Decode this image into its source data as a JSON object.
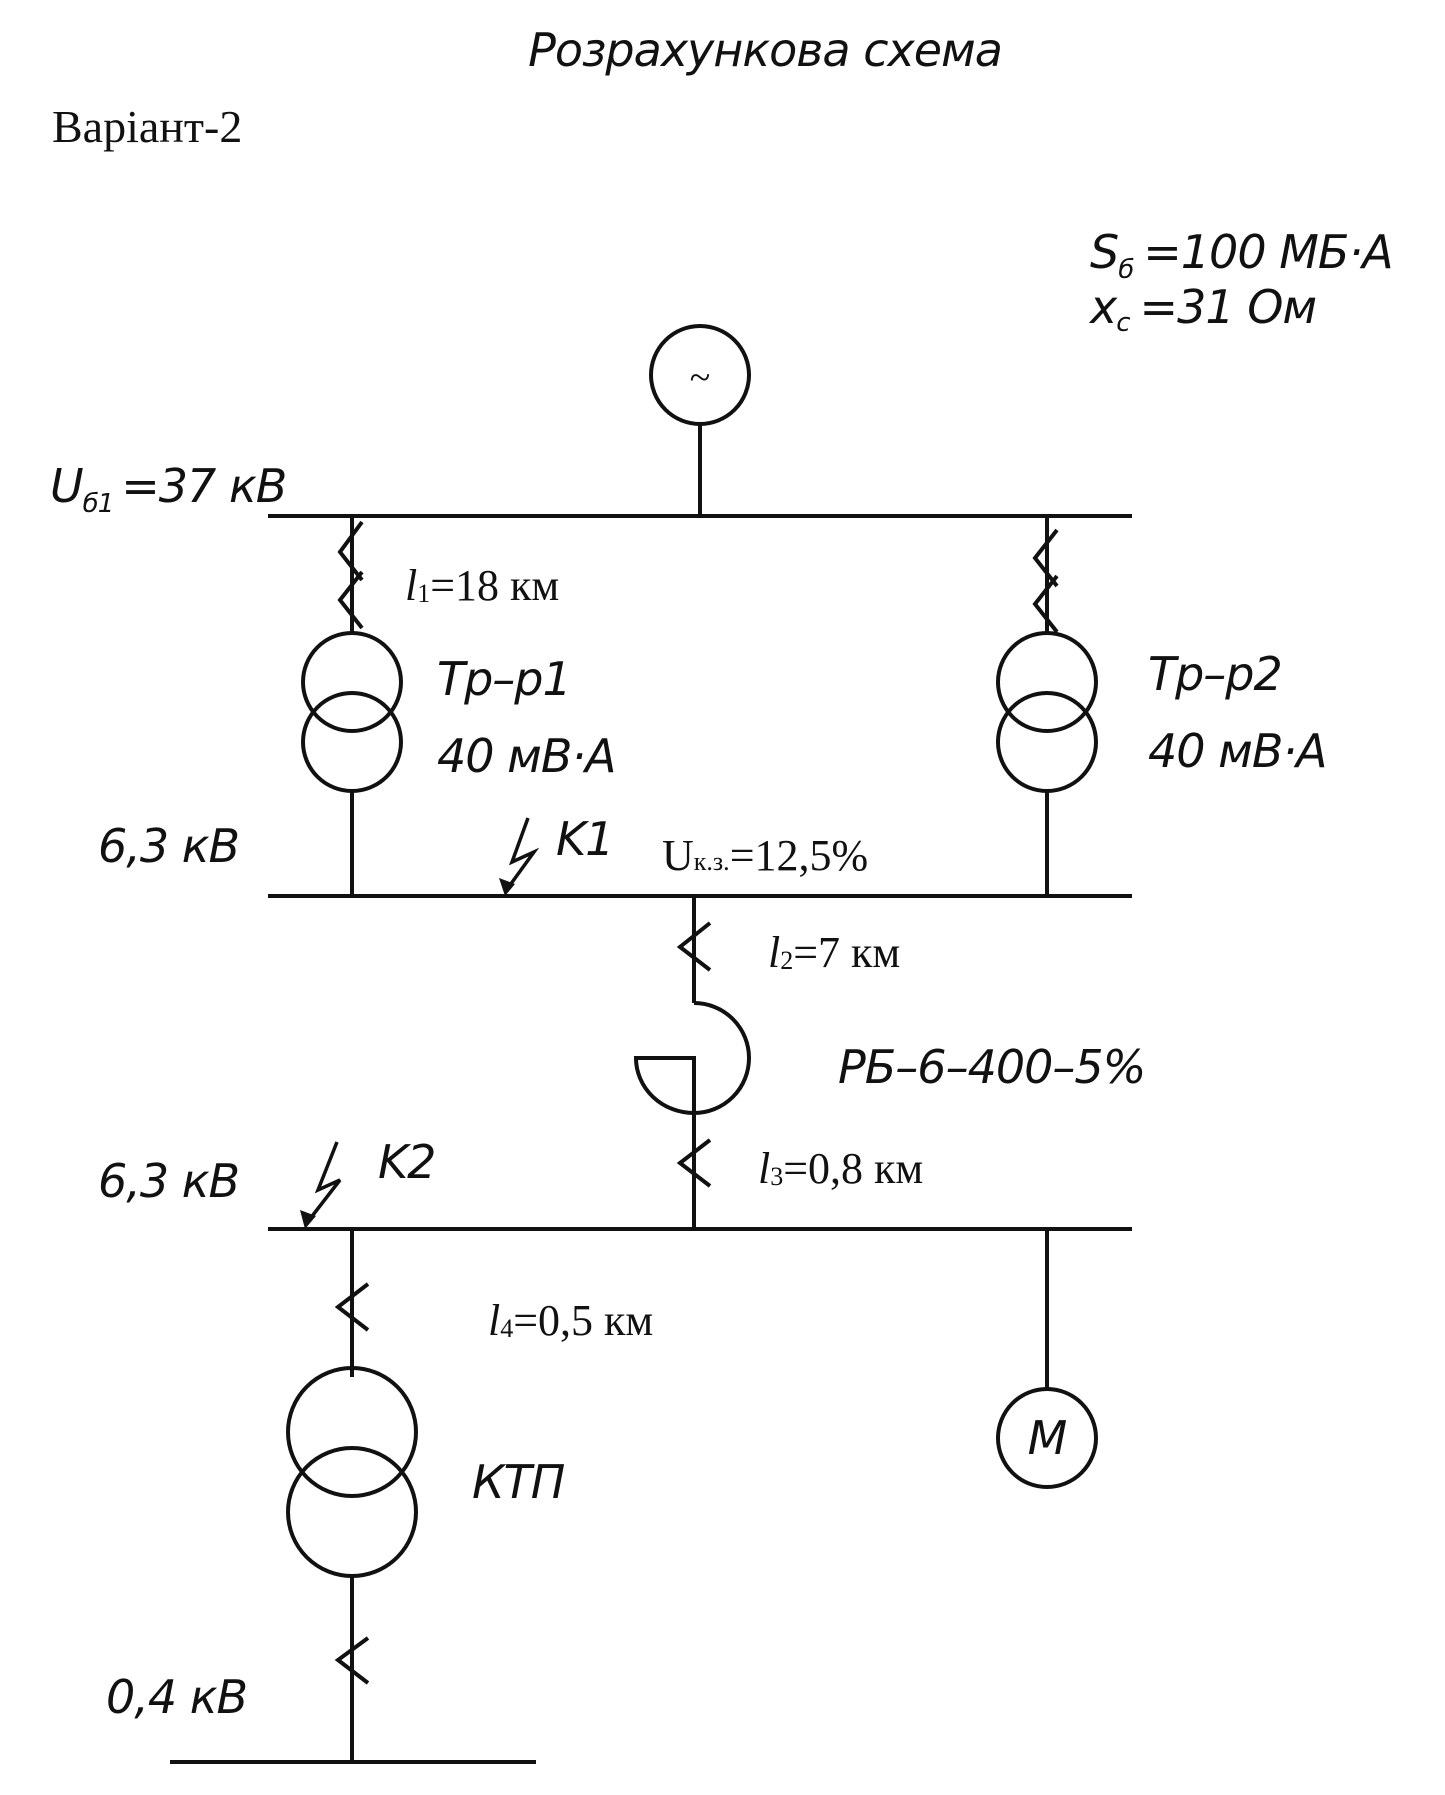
{
  "title": "Розрахункова схема",
  "variant": "Варіант-2",
  "params": {
    "sb_symbol": "S",
    "sb_sub": "б",
    "sb_value": "=100 МБ·А",
    "xc_symbol": "x",
    "xc_sub": "c",
    "xc_value": "=31 Ом"
  },
  "source_symbol": "~",
  "bus1": {
    "sym": "U",
    "sub": "б1",
    "value": "=37 кВ"
  },
  "line1": {
    "sym": "l",
    "sub": "1",
    "value": "=18 км"
  },
  "tr1": {
    "name": "Тр–р1",
    "rating": "40 мВ·А"
  },
  "tr2": {
    "name": "Тр–р2",
    "rating": "40 мВ·А"
  },
  "bus2_label": "6,3 кВ",
  "k1_label": "K1",
  "uk": {
    "sym": "U",
    "sub": "к.з.",
    "value": "=12,5%"
  },
  "line2": {
    "sym": "l",
    "sub": "2",
    "value": "=7 км"
  },
  "reactor_label": "РБ–6–400–5%",
  "line3": {
    "sym": "l",
    "sub": "3",
    "value": "=0,8 км"
  },
  "bus3_label": "6,3 кВ",
  "k2_label": "K2",
  "line4": {
    "sym": "l",
    "sub": "4",
    "value": "=0,5 км"
  },
  "motor_symbol": "M",
  "ktp_label": "КТП",
  "bus4_label": "0,4 кВ"
}
